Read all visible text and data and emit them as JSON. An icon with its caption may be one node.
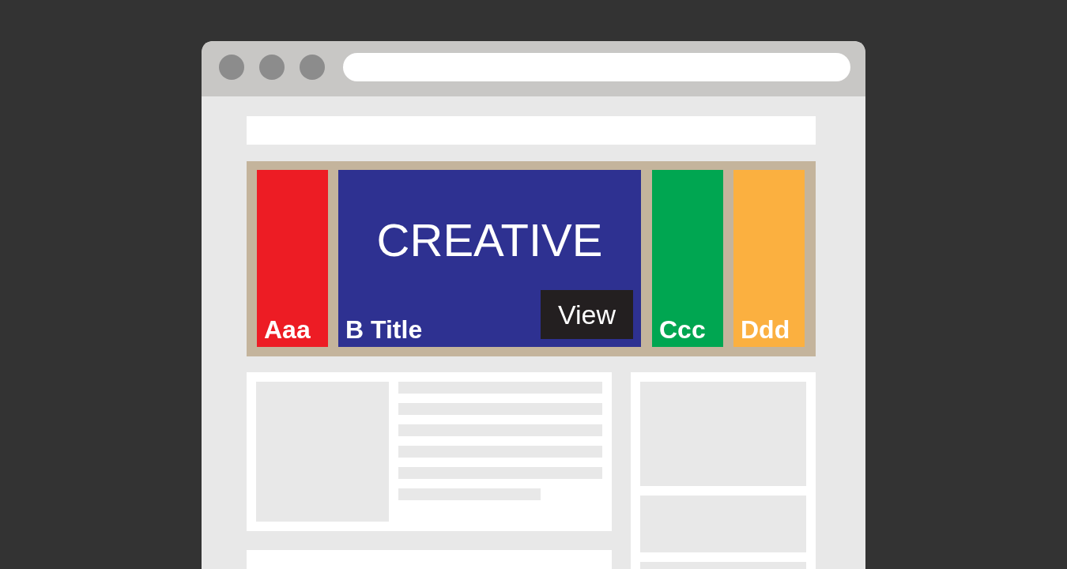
{
  "diagram": {
    "nodes": [
      {
        "text": [
          "Aaa"
        ]
      },
      {
        "text": [
          "CREATIVE",
          "B Title"
        ]
      },
      {
        "text": [
          "View"
        ],
        "in": 1
      },
      {
        "text": [
          "Ccc"
        ]
      },
      {
        "text": [
          "Ddd"
        ]
      }
    ]
  }
}
